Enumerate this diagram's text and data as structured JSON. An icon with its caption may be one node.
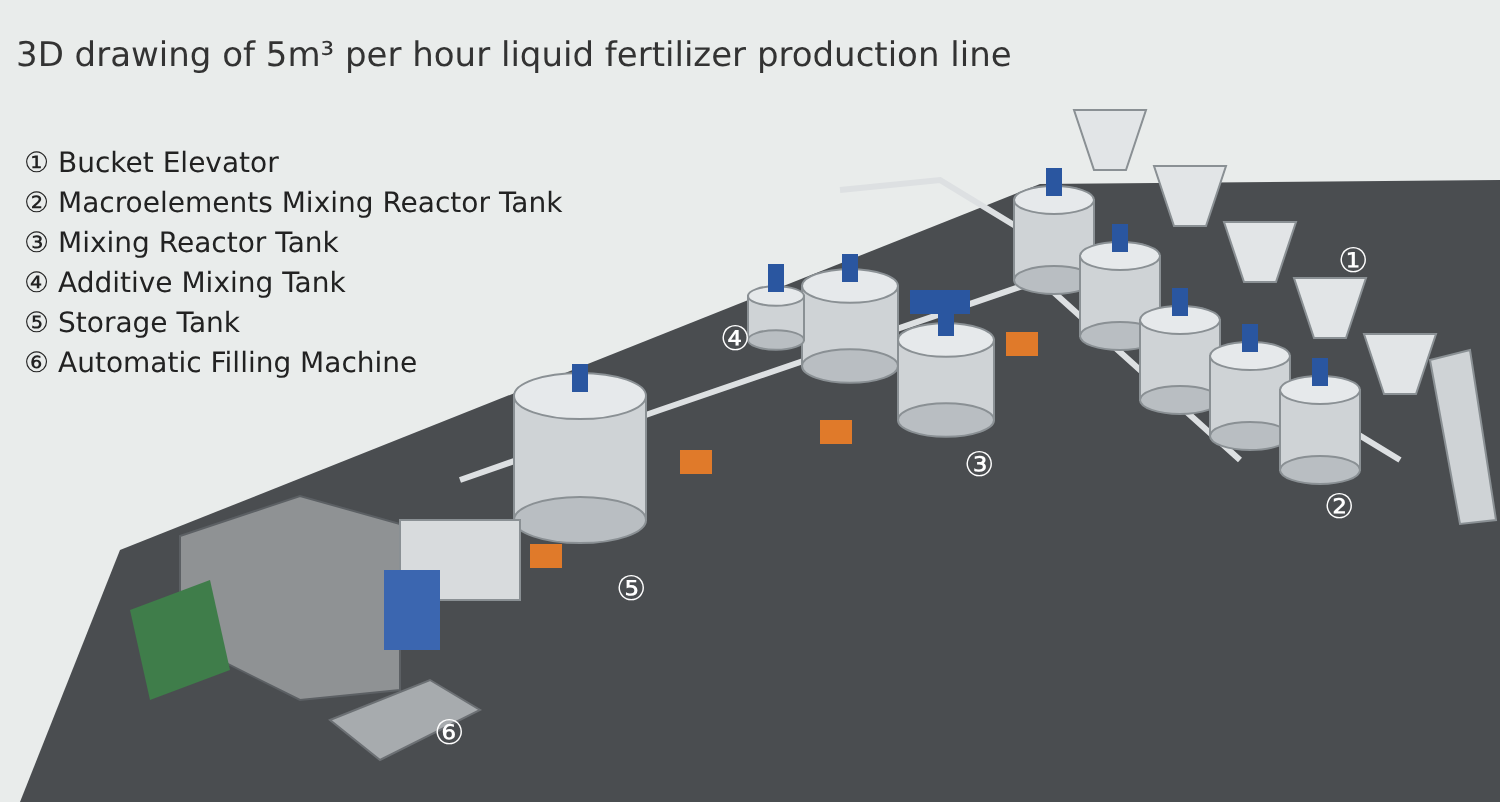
{
  "diagram": {
    "title": "3D drawing of 5m³ per hour liquid fertilizer production line",
    "labels": [
      "① Bucket Elevator",
      "② Macroelements Mixing Reactor Tank",
      "③ Mixing Reactor Tank",
      "④ Additive Mixing Tank",
      "⑤ Storage Tank",
      "⑥ Automatic Filling Machine",
      "①",
      "④",
      "③",
      "②",
      "⑤",
      "⑥"
    ]
  }
}
